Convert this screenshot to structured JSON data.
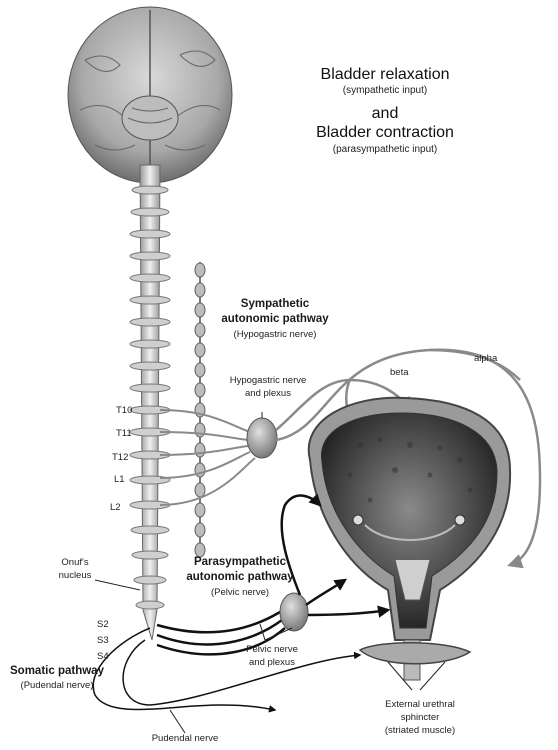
{
  "title": {
    "relax": "Bladder relaxation",
    "relax_sub": "(sympathetic input)",
    "and": "and",
    "contract": "Bladder contraction",
    "contract_sub": "(parasympathetic input)"
  },
  "sympathetic": {
    "title1": "Sympathetic",
    "title2": "autonomic pathway",
    "sub": "(Hypogastric nerve)"
  },
  "parasympathetic": {
    "title1": "Parasympathetic",
    "title2": "autonomic pathway",
    "sub": "(Pelvic nerve)"
  },
  "somatic": {
    "title": "Somatic pathway",
    "sub": "(Pudendal nerve)"
  },
  "labels": {
    "hypogastric1": "Hypogastric nerve",
    "hypogastric2": "and plexus",
    "beta": "beta",
    "alpha": "alpha",
    "onuf1": "Onuf's",
    "onuf2": "nucleus",
    "pelvic1": "Pelvic nerve",
    "pelvic2": "and plexus",
    "pudendal": "Pudendal nerve",
    "sphincter1": "External urethral",
    "sphincter2": "sphincter",
    "sphincter3": "(striated muscle)"
  },
  "vertebrae": [
    "T10",
    "T11",
    "T12",
    "L1",
    "L2",
    "S2",
    "S3",
    "S4"
  ]
}
